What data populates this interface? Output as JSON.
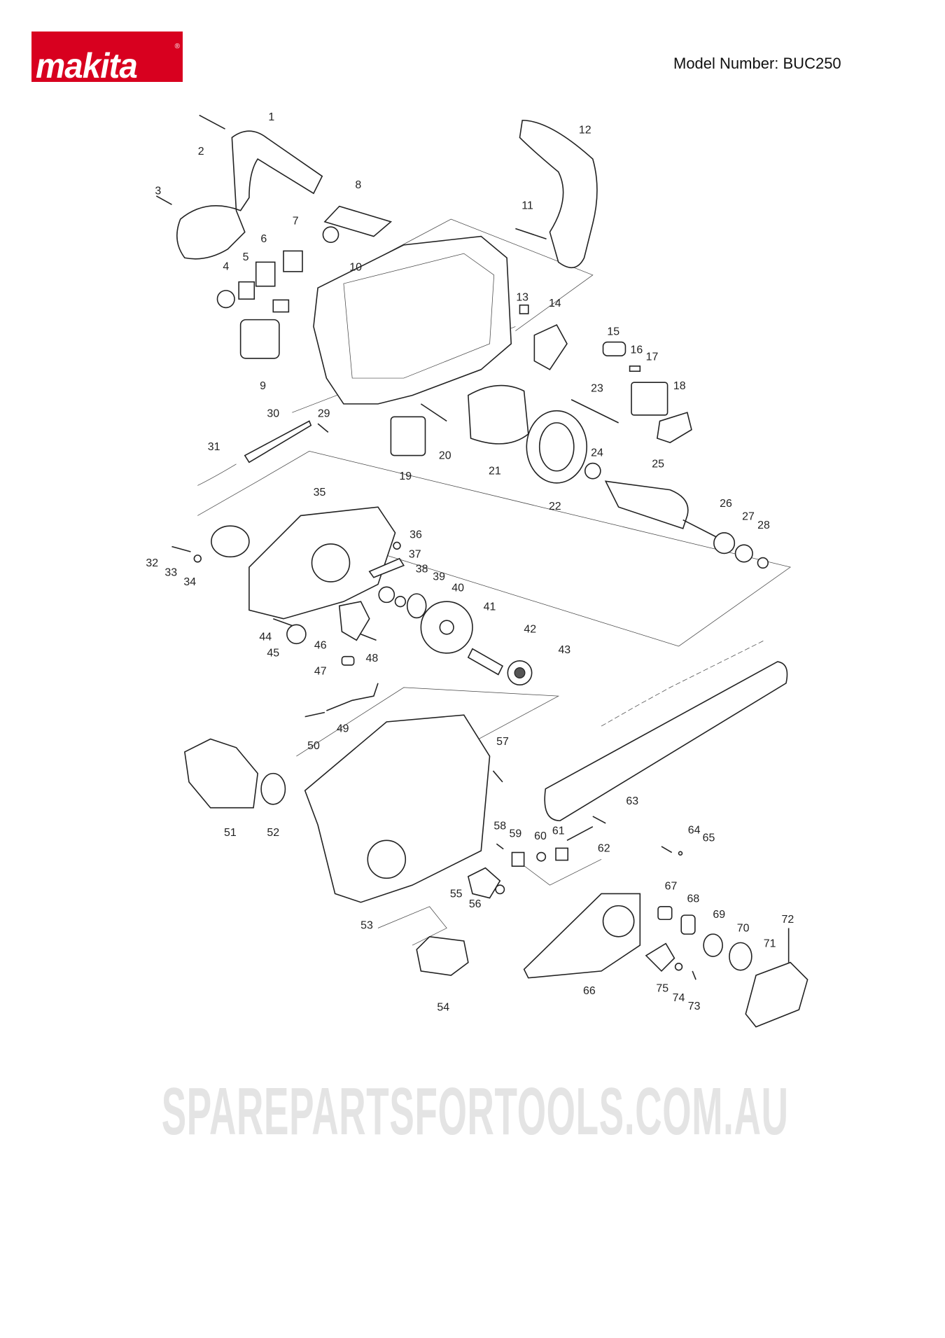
{
  "header": {
    "brand_logo": "makita",
    "brand_color": "#d8001f",
    "model_number": "Model Number: BUC250"
  },
  "watermark": "SPAREPARTSFORTOOLS.COM.AU",
  "parts": [
    "1",
    "2",
    "3",
    "4",
    "5",
    "6",
    "7",
    "8",
    "9",
    "10",
    "11",
    "12",
    "13",
    "14",
    "15",
    "16",
    "17",
    "18",
    "19",
    "20",
    "21",
    "22",
    "23",
    "24",
    "25",
    "26",
    "27",
    "28",
    "29",
    "30",
    "31",
    "32",
    "33",
    "34",
    "35",
    "36",
    "37",
    "38",
    "39",
    "40",
    "41",
    "42",
    "43",
    "44",
    "45",
    "46",
    "47",
    "48",
    "49",
    "50",
    "51",
    "52",
    "53",
    "54",
    "55",
    "56",
    "57",
    "58",
    "59",
    "60",
    "61",
    "62",
    "63",
    "64",
    "65",
    "66",
    "67",
    "68",
    "69",
    "70",
    "71",
    "72",
    "73",
    "74",
    "75"
  ]
}
